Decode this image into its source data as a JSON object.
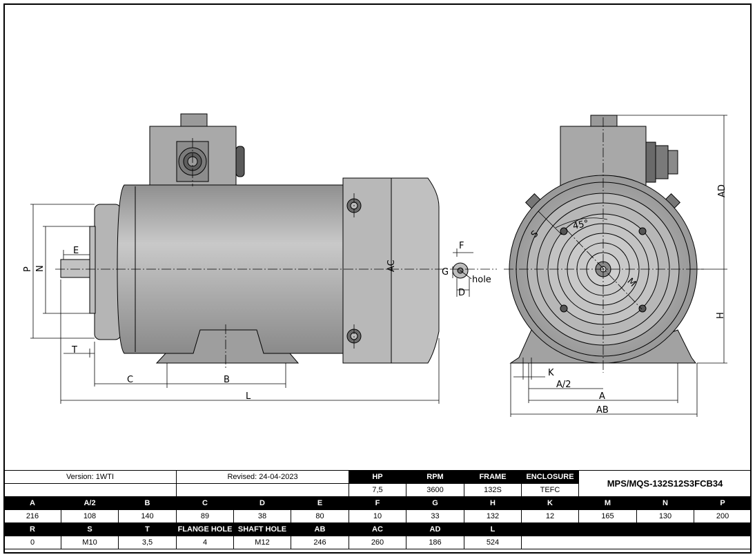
{
  "drawing": {
    "side_view_labels": {
      "E": "E",
      "P": "P",
      "N": "N",
      "T": "T",
      "C": "C",
      "B": "B",
      "L": "L",
      "AC": "AC",
      "F": "F",
      "G": "G",
      "D": "D",
      "hole": "hole"
    },
    "front_view_labels": {
      "S": "S",
      "angle": "45°",
      "M": "M",
      "AD": "AD",
      "H": "H",
      "K": "K",
      "A2": "A/2",
      "A": "A",
      "AB": "AB"
    }
  },
  "title_block": {
    "version": "Version: 1WTI",
    "revised": "Revised: 24-04-2023",
    "rating_headers": [
      "HP",
      "RPM",
      "FRAME",
      "ENCLOSURE"
    ],
    "rating_values": [
      "7,5",
      "3600",
      "132S",
      "TEFC"
    ],
    "model": "MPS/MQS-132S12S3FCB34"
  },
  "dimensions": {
    "row1_headers": [
      "A",
      "A/2",
      "B",
      "C",
      "D",
      "E",
      "F",
      "G",
      "H",
      "K",
      "M",
      "N",
      "P"
    ],
    "row1_values": [
      "216",
      "108",
      "140",
      "89",
      "38",
      "80",
      "10",
      "33",
      "132",
      "12",
      "165",
      "130",
      "200"
    ],
    "row2_headers": [
      "R",
      "S",
      "T",
      "FLANGE HOLE",
      "SHAFT HOLE",
      "AB",
      "AC",
      "AD",
      "L"
    ],
    "row2_values": [
      "0",
      "M10",
      "3,5",
      "4",
      "M12",
      "246",
      "260",
      "186",
      "524"
    ]
  }
}
